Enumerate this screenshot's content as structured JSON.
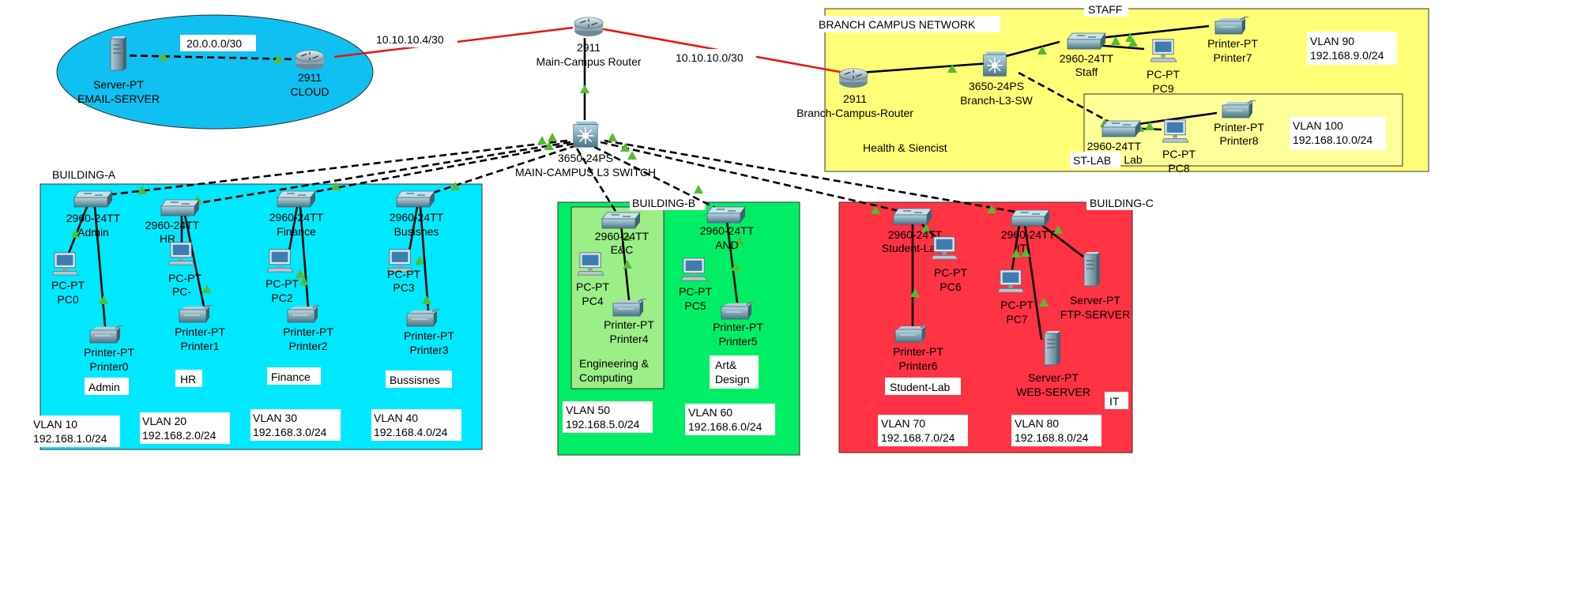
{
  "colors": {
    "cloud_ellipse": "#10c0f0",
    "building_a": "#00e8ff",
    "building_b": "#00ee66",
    "building_b_inner": "#9bee88",
    "building_c": "#ff3344",
    "branch": "#ffff77",
    "wan_link": "#ee1111",
    "lan_link": "#000000",
    "port_up": "#55bb33"
  },
  "areas": {
    "building_a": "BUILDING-A",
    "building_b": "BUILDING-B",
    "building_c": "BUILDING-C",
    "branch": "BRANCH CAMPUS NETWORK",
    "staff": "STAFF",
    "st_lab": "ST-LAB"
  },
  "wan_links": {
    "cloud_internal": "20.0.0.0/30",
    "cloud_to_main": "10.10.10.4/30",
    "main_to_branch": "10.10.10.0/30"
  },
  "devices": {
    "email_server": {
      "type": "Server-PT",
      "name": "EMAIL-SERVER",
      "icon": "server-icon"
    },
    "cloud_router": {
      "type": "2911",
      "name": "CLOUD",
      "icon": "router-icon"
    },
    "main_router": {
      "type": "2911",
      "name": "Main-Campus Router",
      "icon": "router-icon"
    },
    "main_l3": {
      "type": "3650-24PS",
      "name": "MAIN-CAMPUS L3 SWITCH",
      "icon": "l3-switch-icon"
    },
    "branch_router": {
      "type": "2911",
      "name": "Branch-Campus-Router",
      "icon": "router-icon"
    },
    "branch_l3": {
      "type": "3650-24PS",
      "name": "Branch-L3-SW",
      "icon": "l3-switch-icon"
    },
    "sw_admin": {
      "type": "2960-24TT",
      "name": "Admin",
      "icon": "switch-icon"
    },
    "sw_hr": {
      "type": "2960-24TT",
      "name": "HR",
      "icon": "switch-icon"
    },
    "sw_finance": {
      "type": "2960-24TT",
      "name": "Finance",
      "icon": "switch-icon"
    },
    "sw_business": {
      "type": "2960-24TT",
      "name": "Busisnes",
      "icon": "switch-icon"
    },
    "sw_enc": {
      "type": "2960-24TT",
      "name": "E&C",
      "icon": "switch-icon"
    },
    "sw_and": {
      "type": "2960-24TT",
      "name": "AND",
      "icon": "switch-icon"
    },
    "sw_student": {
      "type": "2960-24TT",
      "name": "Student-La",
      "icon": "switch-icon"
    },
    "sw_it": {
      "type": "2960-24TT",
      "name": "IT",
      "icon": "switch-icon"
    },
    "sw_staff": {
      "type": "2960-24TT",
      "name": "Staff",
      "icon": "switch-icon"
    },
    "sw_lab": {
      "type": "2960-24TT",
      "name": "Lab",
      "icon": "switch-icon"
    },
    "pc0": {
      "type": "PC-PT",
      "name": "PC0",
      "icon": "pc-icon"
    },
    "pc1": {
      "type": "PC-PT",
      "name": "PC-",
      "icon": "pc-icon"
    },
    "pc2": {
      "type": "PC-PT",
      "name": "PC2",
      "icon": "pc-icon"
    },
    "pc3": {
      "type": "PC-PT",
      "name": "PC3",
      "icon": "pc-icon"
    },
    "pc4": {
      "type": "PC-PT",
      "name": "PC4",
      "icon": "pc-icon"
    },
    "pc5": {
      "type": "PC-PT",
      "name": "PC5",
      "icon": "pc-icon"
    },
    "pc6": {
      "type": "PC-PT",
      "name": "PC6",
      "icon": "pc-icon"
    },
    "pc7": {
      "type": "PC-PT",
      "name": "PC7",
      "icon": "pc-icon"
    },
    "pc8": {
      "type": "PC-PT",
      "name": "PC8",
      "icon": "pc-icon"
    },
    "pc9": {
      "type": "PC-PT",
      "name": "PC9",
      "icon": "pc-icon"
    },
    "printer0": {
      "type": "Printer-PT",
      "name": "Printer0",
      "icon": "printer-icon"
    },
    "printer1": {
      "type": "Printer-PT",
      "name": "Printer1",
      "icon": "printer-icon"
    },
    "printer2": {
      "type": "Printer-PT",
      "name": "Printer2",
      "icon": "printer-icon"
    },
    "printer3": {
      "type": "Printer-PT",
      "name": "Printer3",
      "icon": "printer-icon"
    },
    "printer4": {
      "type": "Printer-PT",
      "name": "Printer4",
      "icon": "printer-icon"
    },
    "printer5": {
      "type": "Printer-PT",
      "name": "Printer5",
      "icon": "printer-icon"
    },
    "printer6": {
      "type": "Printer-PT",
      "name": "Printer6",
      "icon": "printer-icon"
    },
    "printer7": {
      "type": "Printer-PT",
      "name": "Printer7",
      "icon": "printer-icon"
    },
    "printer8": {
      "type": "Printer-PT",
      "name": "Printer8",
      "icon": "printer-icon"
    },
    "ftp_server": {
      "type": "Server-PT",
      "name": "FTP-SERVER",
      "icon": "server-icon"
    },
    "web_server": {
      "type": "Server-PT",
      "name": "WEB-SERVER",
      "icon": "server-icon"
    }
  },
  "dept_labels": {
    "admin": "Admin",
    "hr": "HR",
    "finance": "Finance",
    "business": "Bussisnes",
    "enc": [
      "Engineering &",
      "Computing"
    ],
    "art": [
      "Art&",
      "Design"
    ],
    "student": "Student-Lab",
    "it": "IT",
    "health": "Health & Siencist"
  },
  "vlans": {
    "v10": {
      "name": "VLAN 10",
      "subnet": "192.168.1.0/24"
    },
    "v20": {
      "name": "VLAN 20",
      "subnet": "192.168.2.0/24"
    },
    "v30": {
      "name": "VLAN 30",
      "subnet": "192.168.3.0/24"
    },
    "v40": {
      "name": "VLAN 40",
      "subnet": "192.168.4.0/24"
    },
    "v50": {
      "name": "VLAN 50",
      "subnet": "192.168.5.0/24"
    },
    "v60": {
      "name": "VLAN 60",
      "subnet": "192.168.6.0/24"
    },
    "v70": {
      "name": "VLAN 70",
      "subnet": "192.168.7.0/24"
    },
    "v80": {
      "name": "VLAN 80",
      "subnet": "192.168.8.0/24"
    },
    "v90": {
      "name": "VLAN 90",
      "subnet": "192.168.9.0/24"
    },
    "v100": {
      "name": "VLAN 100",
      "subnet": "192.168.10.0/24"
    }
  }
}
